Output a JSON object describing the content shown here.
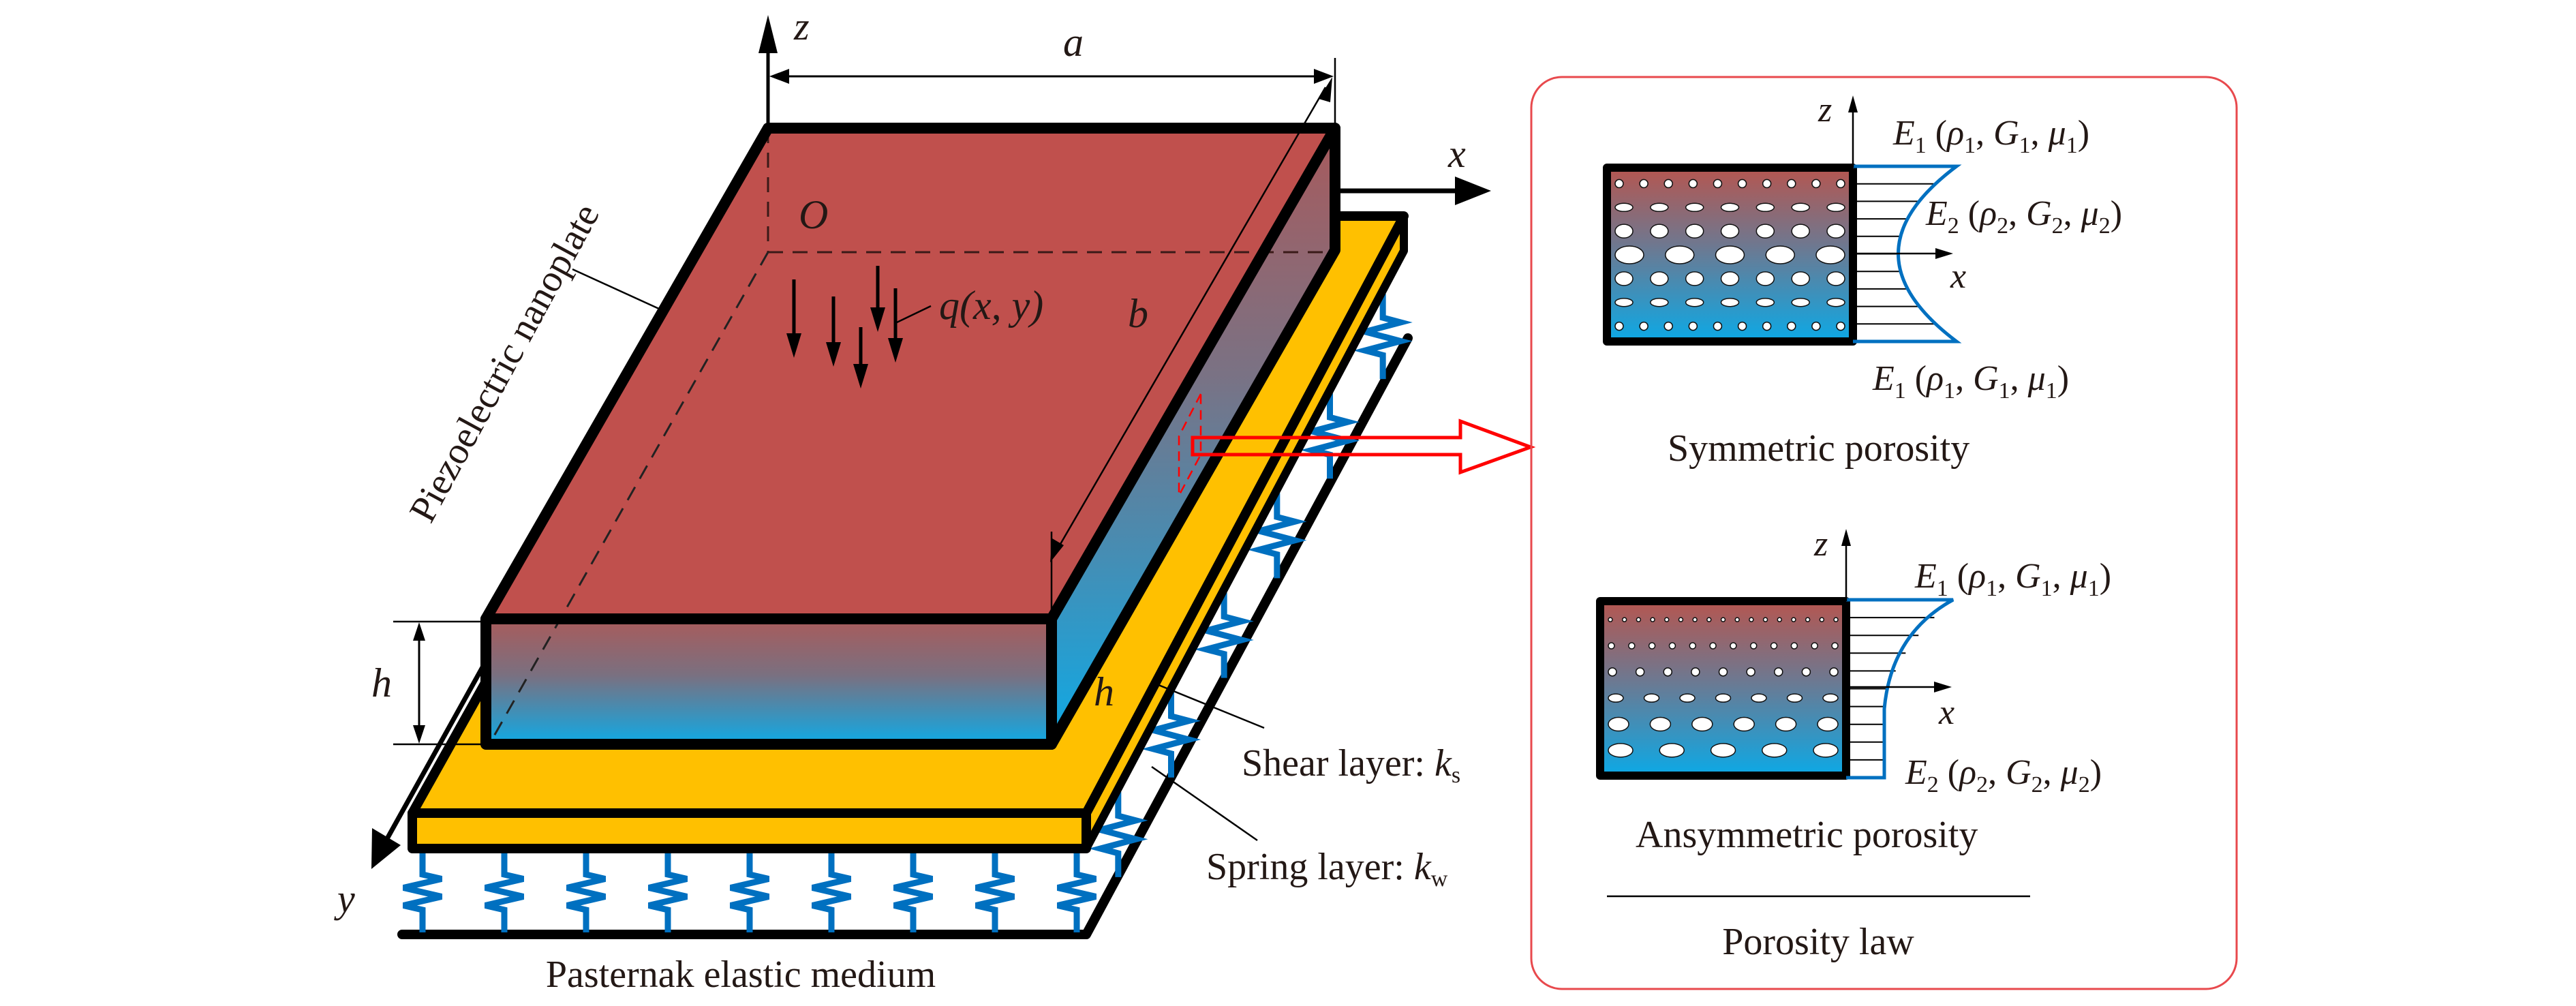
{
  "figure": {
    "type": "schematic",
    "subject": "Porous piezoelectric nanoplate resting on a Pasternak elastic foundation"
  },
  "colors": {
    "plate_top": "#C0504D",
    "plate_gradient_top": "#A95B5B",
    "plate_gradient_bottom": "#0FAAE6",
    "foundation_yellow": "#FFC000",
    "spring_blue": "#0070C0",
    "callout_red": "#FF0000",
    "panel_border": "#E8494D",
    "outline": "#000000"
  },
  "main": {
    "axes": {
      "z": "z",
      "x": "x",
      "y": "y",
      "origin": "O"
    },
    "dimensions": {
      "length": "a",
      "width": "b",
      "thickness": "h",
      "thickness_side": "h"
    },
    "load_label": "q(x, y)",
    "plate_label": "Piezoelectric nanoplate",
    "shear_layer": {
      "text": "Shear layer: ",
      "symbol": "k",
      "subscript": "s"
    },
    "spring_layer": {
      "text": "Spring layer: ",
      "symbol": "k",
      "subscript": "w"
    },
    "foundation_label": "Pasternak elastic medium",
    "front_spring_count": 9,
    "side_spring_count": 6,
    "load_arrow_count": 5
  },
  "panel": {
    "title": "Porosity law",
    "symmetric": {
      "caption": "Symmetric porosity",
      "axis_z": "z",
      "axis_x": "x",
      "top": {
        "E": "E",
        "sub": "1",
        "rho": "ρ",
        "G": "G",
        "mu": "μ",
        "idx": "1"
      },
      "middle": {
        "E": "E",
        "sub": "2",
        "rho": "ρ",
        "G": "G",
        "mu": "μ",
        "idx": "2"
      },
      "bottom": {
        "E": "E",
        "sub": "1",
        "rho": "ρ",
        "G": "G",
        "mu": "μ",
        "idx": "1"
      },
      "pore_rows": [
        {
          "count": 10,
          "rx": 6,
          "ry": 6
        },
        {
          "count": 7,
          "rx": 13,
          "ry": 6
        },
        {
          "count": 7,
          "rx": 13,
          "ry": 10
        },
        {
          "count": 5,
          "rx": 21,
          "ry": 13
        },
        {
          "count": 7,
          "rx": 13,
          "ry": 10
        },
        {
          "count": 7,
          "rx": 13,
          "ry": 6
        },
        {
          "count": 10,
          "rx": 6,
          "ry": 6
        }
      ]
    },
    "asymmetric": {
      "caption": "Ansymmetric porosity",
      "axis_z": "z",
      "axis_x": "x",
      "top": {
        "E": "E",
        "sub": "1",
        "rho": "ρ",
        "G": "G",
        "mu": "μ",
        "idx": "1"
      },
      "bottom": {
        "E": "E",
        "sub": "2",
        "rho": "ρ",
        "G": "G",
        "mu": "μ",
        "idx": "2"
      },
      "pore_rows": [
        {
          "count": 17,
          "rx": 3,
          "ry": 3
        },
        {
          "count": 12,
          "rx": 4.5,
          "ry": 4.5
        },
        {
          "count": 9,
          "rx": 6,
          "ry": 6
        },
        {
          "count": 7,
          "rx": 11,
          "ry": 6
        },
        {
          "count": 6,
          "rx": 15,
          "ry": 10
        },
        {
          "count": 5,
          "rx": 18,
          "ry": 10
        }
      ]
    }
  }
}
